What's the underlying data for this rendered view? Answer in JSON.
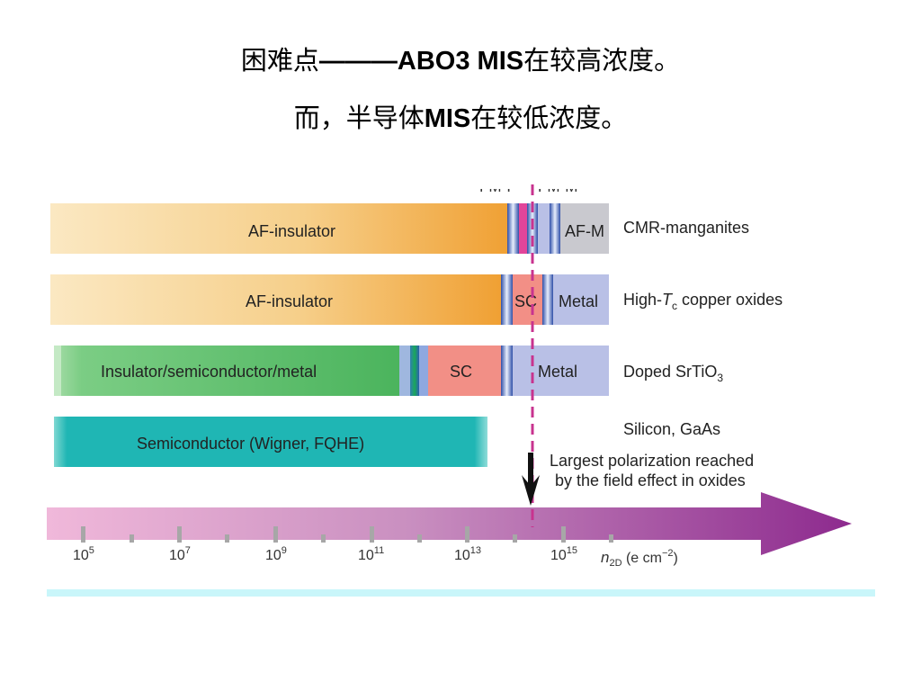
{
  "slide": {
    "title_line1_cn_a": "困难点",
    "title_line1_dash": "———",
    "title_line1_bold": "ABO3 MIS",
    "title_line1_cn_b": "在较高浓度。",
    "title_line2_cn_a": "而，半导体",
    "title_line2_bold": "MIS",
    "title_line2_cn_b": "在较低浓度。"
  },
  "diagram": {
    "top_labels": [
      "FM-I",
      "FM-M"
    ],
    "rows": [
      {
        "name": "CMR-manganites",
        "segments": [
          "AF-insulator",
          "AF-M"
        ],
        "colors": [
          "#f8dba0",
          "#f0a536",
          "#c9c9cf"
        ]
      },
      {
        "name_prefix": "High-",
        "name_italic": "T",
        "name_sub": "c",
        "name_suffix": " copper oxides",
        "segments": [
          "AF-insulator",
          "SC",
          "Metal"
        ],
        "colors": [
          "#f8dba0",
          "#f0a536",
          "#f28f86",
          "#b9c0e6"
        ]
      },
      {
        "name_prefix": "Doped SrTiO",
        "name_sub": "3",
        "segments": [
          "Insulator/semiconductor/metal",
          "SC",
          "Metal"
        ],
        "colors": [
          "#5ec56f",
          "#f28f86",
          "#b9c0e6"
        ]
      },
      {
        "name": "Silicon, GaAs",
        "segments": [
          "Semiconductor (Wigner, FQHE)"
        ],
        "colors": [
          "#1fb6b4"
        ]
      }
    ],
    "annotation": [
      "Largest polarization reached",
      "by the field effect in oxides"
    ],
    "axis": {
      "ticks": [
        "10",
        "10",
        "10",
        "10",
        "10",
        "10"
      ],
      "exponents": [
        "5",
        "7",
        "9",
        "11",
        "13",
        "15"
      ],
      "label_symbol": "n",
      "label_sub": "2D",
      "label_unit": " (e cm",
      "label_unit_sup": "−2",
      "label_close": ")"
    },
    "marker_color": "#c8338f"
  }
}
